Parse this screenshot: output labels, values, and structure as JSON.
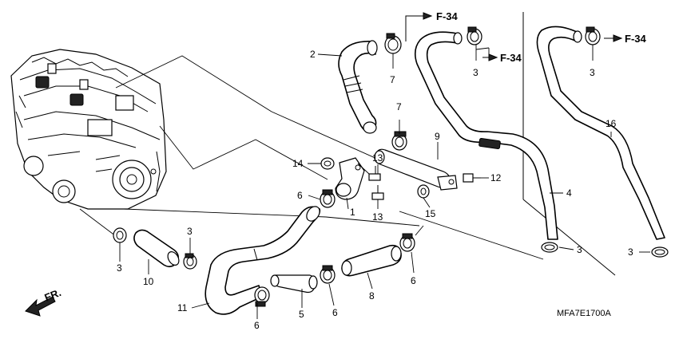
{
  "callouts": {
    "c1": "1",
    "c2": "2",
    "c3a": "3",
    "c3b": "3",
    "c3c": "3",
    "c3d": "3",
    "c3e": "3",
    "c3f": "3",
    "c4": "4",
    "c5": "5",
    "c6a": "6",
    "c6b": "6",
    "c6c": "6",
    "c6d": "6",
    "c7a": "7",
    "c7b": "7",
    "c8": "8",
    "c9": "9",
    "c10": "10",
    "c11": "11",
    "c12": "12",
    "c13a": "13",
    "c13b": "13",
    "c14": "14",
    "c15": "15",
    "c16": "16"
  },
  "refs": {
    "r1": "F-34",
    "r2": "F-34",
    "r3": "F-34"
  },
  "front_label": "FR.",
  "diagram_code": "MFA7E1700A"
}
